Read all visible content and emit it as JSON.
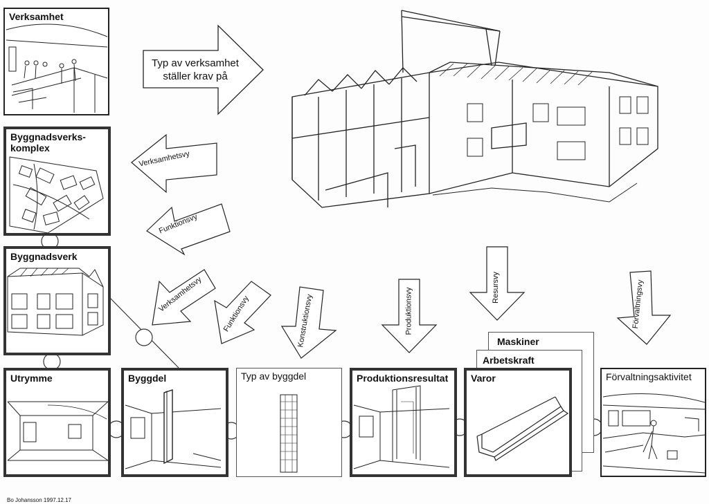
{
  "boxes": {
    "verksamhet": "Verksamhet",
    "byggnadsverkskomplex": "Byggnadsverks-\nkomplex",
    "byggnadsverk": "Byggnadsverk",
    "utrymme": "Utrymme",
    "byggdel": "Byggdel",
    "typ_av_byggdel": "Typ av byggdel",
    "produktionsresultat": "Produktionsresultat",
    "maskiner": "Maskiner",
    "arbetskraft": "Arbetskraft",
    "varor": "Varor",
    "forvaltningsaktivitet": "Förvaltningsaktivitet"
  },
  "arrows": {
    "typ_av_verksamhet": "Typ av verksamhet\nställer krav på",
    "verksamhetsvy_1": "Verksamhetsvy",
    "funktionsvy_1": "Funktionsvy",
    "verksamhetsvy_2": "Verksamhetsvy",
    "funktionsvy_2": "Funktionsvy",
    "konstruktionsvy": "Konstruktionsvy",
    "produktionsvy": "Produktionsvy",
    "resursvy": "Resursvy",
    "forvaltningsvy": "Förvaltningsvy"
  },
  "credit": "Bo Johansson 1997.12.17"
}
